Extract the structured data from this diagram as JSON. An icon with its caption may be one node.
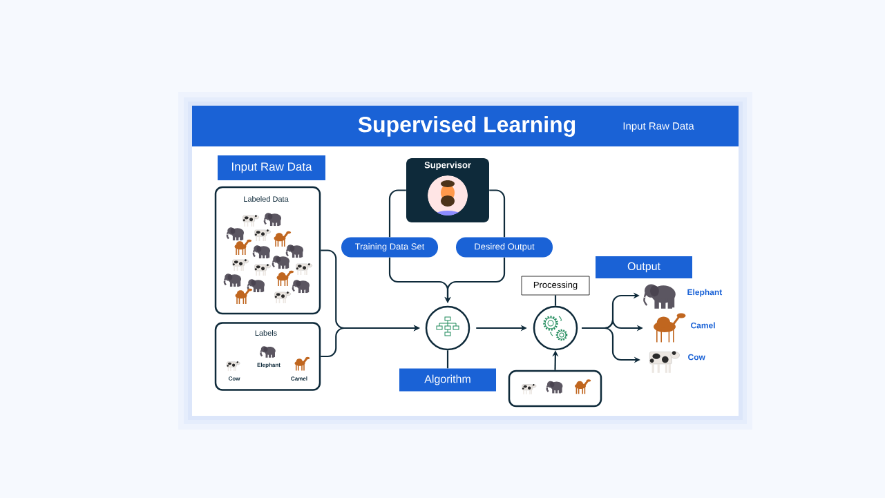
{
  "diagram": {
    "title": "Supervised Learning",
    "nodes": [
      {
        "text": [
          "Input Raw Data"
        ]
      },
      {
        "text": [
          "Labeled Data"
        ]
      },
      {
        "text": [
          "Labels"
        ]
      },
      {
        "text": [
          "Supervisor"
        ]
      },
      {
        "text": [
          "Training Data Set"
        ]
      },
      {
        "text": [
          "Desired Output"
        ]
      },
      {
        "text": [],
        "shape": "circle"
      },
      {
        "text": [
          "Algorithm"
        ]
      },
      {
        "text": [],
        "shape": "circle"
      },
      {
        "text": [
          "Processing"
        ]
      },
      {
        "text": [],
        "shape": "box"
      },
      {
        "text": [
          "Output"
        ]
      },
      {
        "text": [],
        "shape": "picture",
        "beside": [
          "Elephant"
        ]
      },
      {
        "text": [],
        "shape": "picture",
        "beside": [
          "Camel"
        ]
      },
      {
        "text": [],
        "shape": "picture",
        "beside": [
          "Cow"
        ]
      }
    ],
    "edges": [
      {
        "from": 1,
        "to": 6,
        "arrow": "to"
      },
      {
        "from": 2,
        "to": 6,
        "arrow": "to"
      },
      {
        "from": 3,
        "to": 4,
        "arrow": "none"
      },
      {
        "from": 3,
        "to": 5,
        "arrow": "none"
      },
      {
        "from": 4,
        "to": 6,
        "arrow": "to"
      },
      {
        "from": 5,
        "to": 6,
        "arrow": "to"
      },
      {
        "from": 6,
        "to": 7,
        "arrow": "none"
      },
      {
        "from": 6,
        "to": 8,
        "arrow": "to"
      },
      {
        "from": 8,
        "to": 9,
        "arrow": "none"
      },
      {
        "from": 10,
        "to": 8,
        "arrow": "to"
      },
      {
        "from": 8,
        "to": 12,
        "arrow": "to"
      },
      {
        "from": 8,
        "to": 13,
        "arrow": "to"
      },
      {
        "from": 8,
        "to": 14,
        "arrow": "to"
      }
    ],
    "labels": [
      "Input Raw Data",
      "Elephant",
      "Cow",
      "Camel"
    ]
  }
}
